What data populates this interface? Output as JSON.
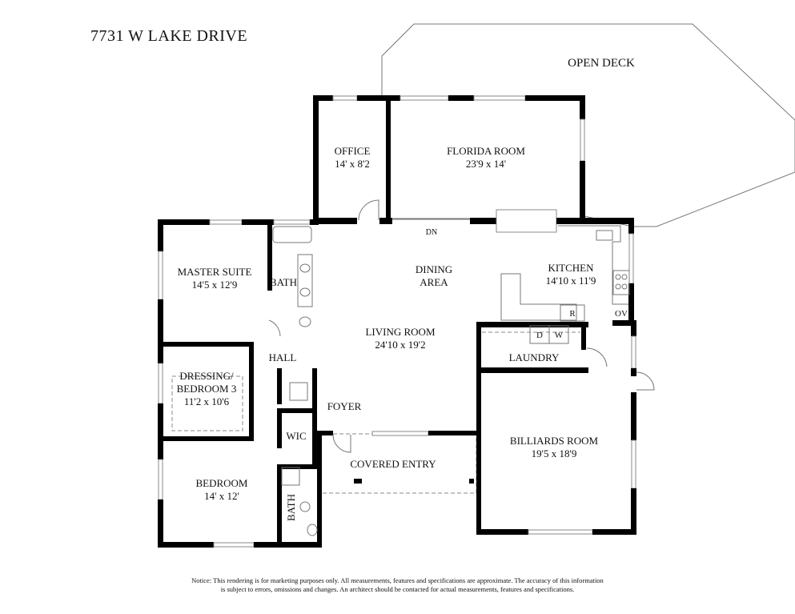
{
  "title": "7731 W LAKE DRIVE",
  "rooms": {
    "open_deck": {
      "name": "OPEN DECK"
    },
    "office": {
      "name": "OFFICE",
      "size": "14' x 8'2"
    },
    "florida_room": {
      "name": "FLORIDA ROOM",
      "size": "23'9 x 14'"
    },
    "master_suite": {
      "name": "MASTER SUITE",
      "size": "14'5 x 12'9"
    },
    "master_bath": {
      "name": "BATH"
    },
    "dining": {
      "name1": "DINING",
      "name2": "AREA"
    },
    "dn": "DN",
    "kitchen": {
      "name": "KITCHEN",
      "size": "14'10 x 11'9"
    },
    "appliances": {
      "refrigerator": "R",
      "oven": "OV",
      "dryer": "D",
      "washer": "W"
    },
    "living_room": {
      "name": "LIVING ROOM",
      "size": "24'10 x 19'2"
    },
    "hall": {
      "name": "HALL"
    },
    "laundry": {
      "name": "LAUNDRY"
    },
    "dressing": {
      "name1": "DRESSING/",
      "name2": "BEDROOM 3",
      "size": "11'2 x 10'6"
    },
    "foyer": {
      "name": "FOYER"
    },
    "wic": {
      "name": "WIC"
    },
    "covered_entry": {
      "name": "COVERED ENTRY"
    },
    "billiards": {
      "name": "BILLIARDS ROOM",
      "size": "19'5 x 18'9"
    },
    "bedroom": {
      "name": "BEDROOM",
      "size": "14' x 12'"
    },
    "bath2": {
      "name": "BATH"
    }
  },
  "notice": {
    "line1": "Notice: This rendering is for marketing purposes only. All measurements, features and specifications are approximate. The accuracy of this information",
    "line2": "is subject to errors, omissions and changes. An architect should be contacted for actual measurements, features and specifications."
  }
}
